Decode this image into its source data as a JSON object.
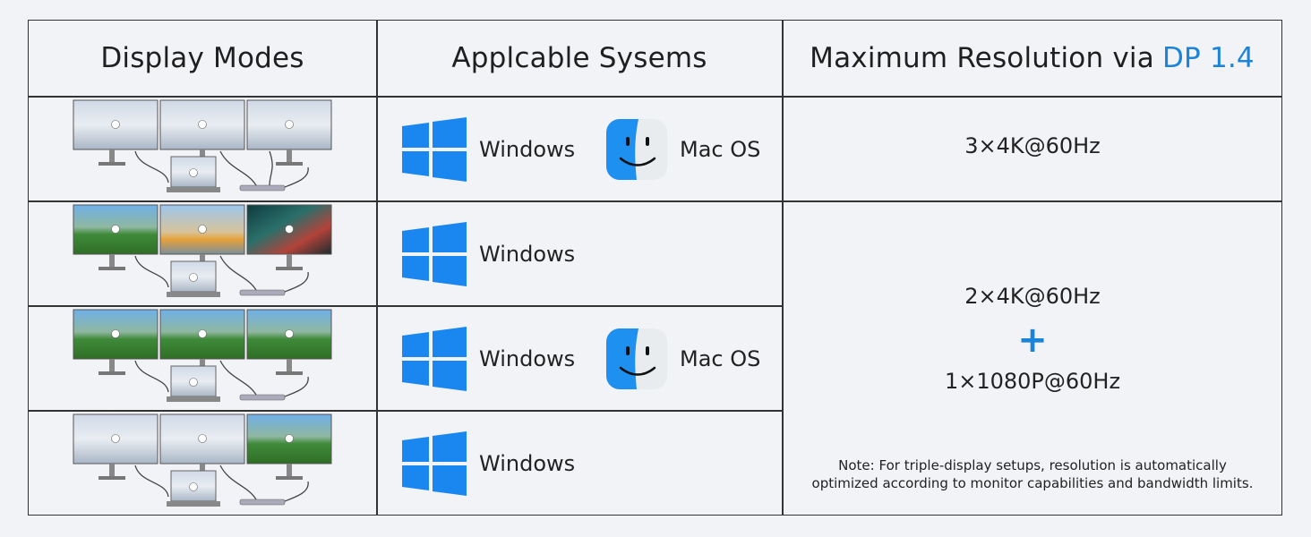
{
  "header": {
    "col1": "Display Modes",
    "col2": "Applcable Sysems",
    "col3_prefix": "Maximum Resolution via",
    "col3_accent": "DP 1.4"
  },
  "colors": {
    "accent": "#1c84d8",
    "windows_blue": "#1a86f0",
    "border": "#333333",
    "background": "#f2f3f7"
  },
  "rows": [
    {
      "mode_labels": [
        "A",
        "A",
        "A",
        "A"
      ],
      "systems": [
        "Windows",
        "Mac OS"
      ]
    },
    {
      "mode_labels": [
        "B",
        "C",
        "D",
        "A"
      ],
      "systems": [
        "Windows"
      ]
    },
    {
      "mode_labels": [
        "B",
        "B",
        "B",
        "A"
      ],
      "systems": [
        "Windows",
        "Mac OS"
      ]
    },
    {
      "mode_labels": [
        "A",
        "A",
        "B",
        "A"
      ],
      "systems": [
        "Windows"
      ]
    }
  ],
  "resolution": {
    "row1": "3×4K@60Hz",
    "rows2to4_line1": "2×4K@60Hz",
    "rows2to4_plus": "+",
    "rows2to4_line2": "1×1080P@60Hz",
    "note_line1": "Note: For triple-display setups, resolution is automatically",
    "note_line2": "optimized according to monitor capabilities and bandwidth limits."
  },
  "icons": {
    "windows": "windows-logo-icon",
    "mac": "mac-finder-icon"
  }
}
